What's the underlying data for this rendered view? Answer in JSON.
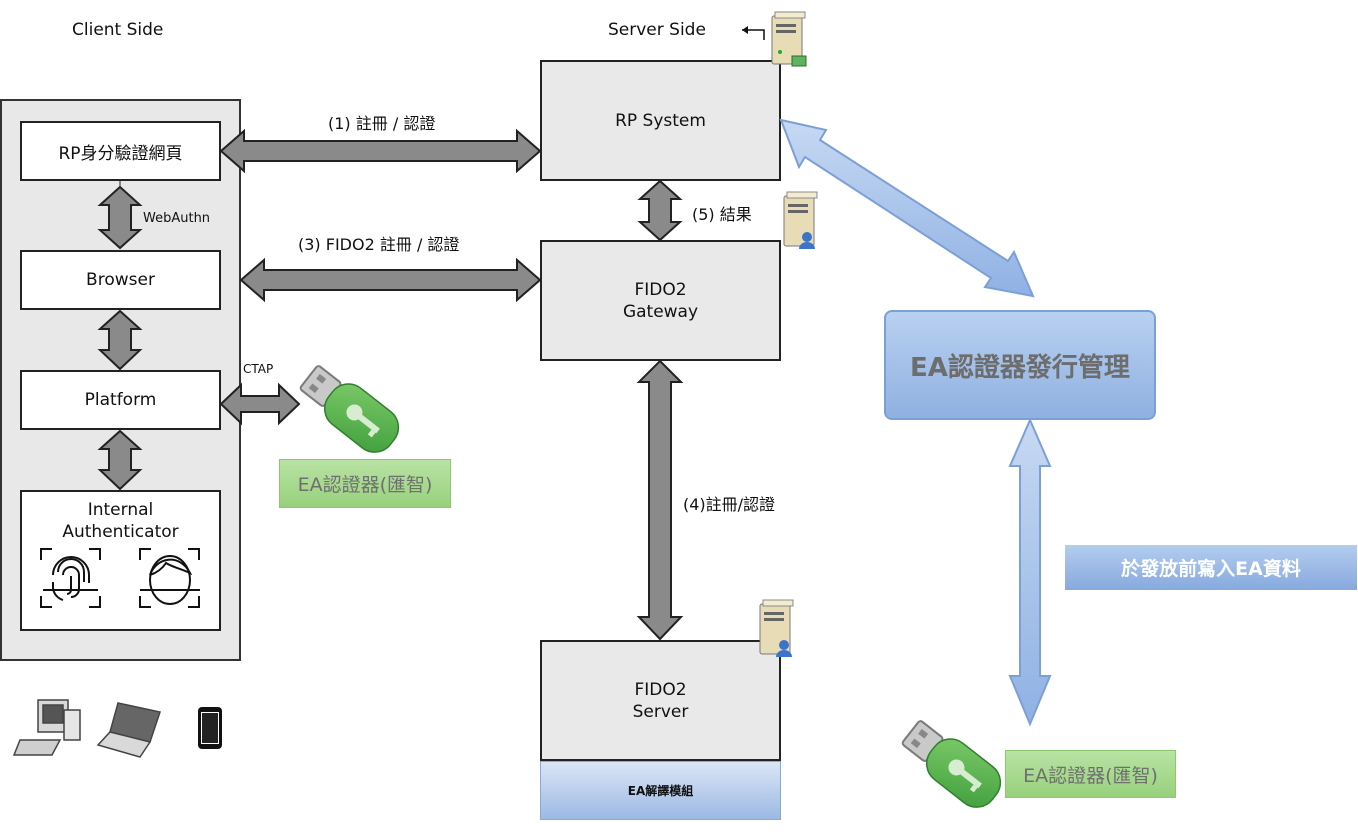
{
  "client_side_title": "Client Side",
  "server_side_title": "Server Side",
  "client_boxes": {
    "rp_page": "RP身分驗證網頁",
    "browser": "Browser",
    "platform": "Platform",
    "internal_authenticator": "Internal\nAuthenticator"
  },
  "labels": {
    "webauthn": "WebAuthn",
    "ctap": "CTAP",
    "step1": "(1) 註冊 / 認證",
    "step3": "(3) FIDO2 註冊 / 認證",
    "step5": "(5) 結果",
    "step4": "(4)註冊/認證"
  },
  "server_boxes": {
    "rp_system": "RP System",
    "fido2_gateway": "FIDO2\nGateway",
    "fido2_server": "FIDO2\nServer",
    "ea_module": "EA解譯模組"
  },
  "ea_management": "EA認證器發行管理",
  "ea_authenticator_1": "EA認證器(匯智)",
  "ea_authenticator_2": "EA認證器(匯智)",
  "write_before_issue": "於發放前寫入EA資料",
  "colors": {
    "arrow_gray": "#8a8a8a",
    "arrow_blue": "#9dbbe8",
    "box_gray": "#e9e9e9",
    "green_label": "#a8db8f",
    "blue_panel": "#8fb0e0"
  },
  "icons": [
    "fingerprint-icon",
    "face-icon",
    "usb-key-icon",
    "server-icon",
    "desktop-icon",
    "laptop-icon",
    "phone-icon"
  ]
}
